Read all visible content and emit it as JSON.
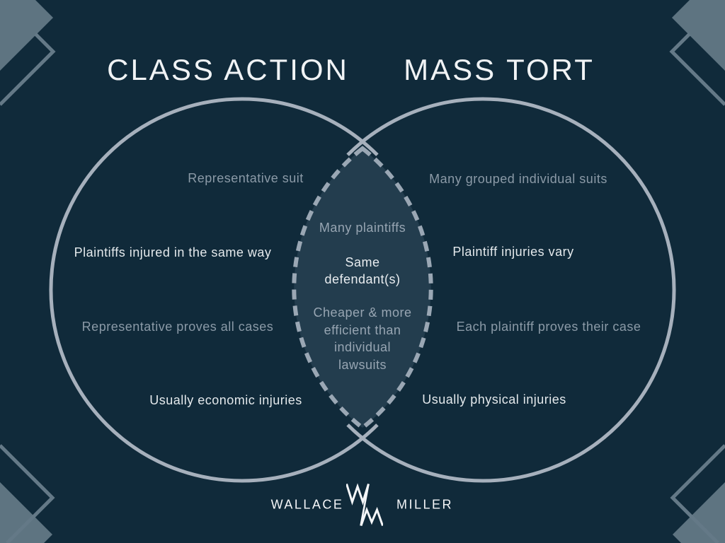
{
  "colors": {
    "background": "#102a3a",
    "corner_accent_fill": "#5e7481",
    "corner_accent_line": "#647987",
    "circle_outline": "#a6b0bc",
    "overlap_outline": "#9aa7b4",
    "overlap_fill": "#233d4e",
    "heading_text": "#f0f3f5",
    "emphasis_text": "#e4e9ec",
    "muted_text": "#8b9aa7",
    "logo_text": "#f4f6f8"
  },
  "headings": {
    "left": "CLASS ACTION",
    "right": "MASS TORT"
  },
  "venn": {
    "left": {
      "items": [
        "Representative suit",
        "Plaintiffs injured in the same way",
        "Representative proves all cases",
        "Usually economic injuries"
      ]
    },
    "right": {
      "items": [
        "Many grouped individual suits",
        "Plaintiff injuries vary",
        "Each plaintiff proves their case",
        "Usually physical injuries"
      ]
    },
    "overlap": {
      "items": [
        "Many plaintiffs",
        "Same defendant(s)",
        "Cheaper & more efficient than individual lawsuits"
      ]
    }
  },
  "footer": {
    "wordmark_left": "WALLACE",
    "wordmark_right": "MILLER",
    "monogram": "WM"
  }
}
